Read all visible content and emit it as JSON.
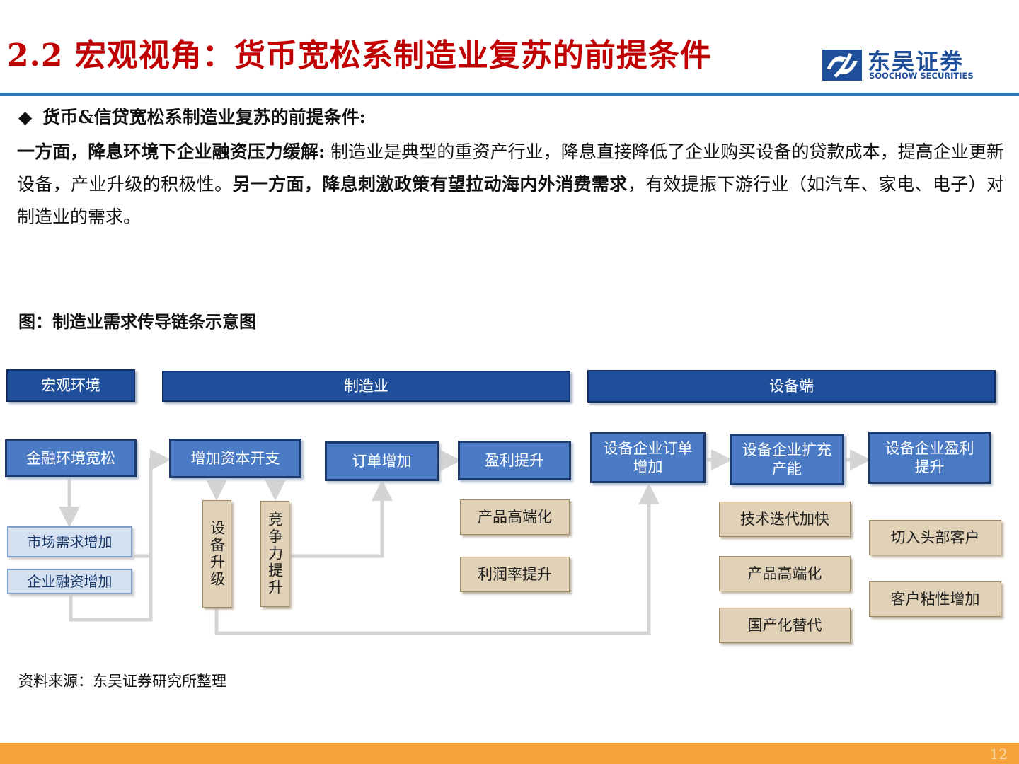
{
  "header": {
    "title": "2.2 宏观视角：货币宽松系制造业复苏的前提条件",
    "logo_cn": "东吴证券",
    "logo_en": "SOOCHOW SECURITIES"
  },
  "bullet": {
    "icon": "diamond-bullet-icon",
    "text": "货币&信贷宽松系制造业复苏的前提条件:"
  },
  "paragraph": {
    "bold1": "一方面，降息环境下企业融资压力缓解:",
    "text1": " 制造业是典型的重资产行业，降息直接降低了企业购买设备的贷款成本，提高企业更新设备，产业升级的积极性。",
    "bold2": "另一方面，降息刺激政策有望拉动海内外消费需求",
    "text2": "，有效提振下游行业（如汽车、家电、电子）对制造业的需求。"
  },
  "figure": {
    "title": "图：制造业需求传导链条示意图",
    "source": "资料来源：东吴证券研究所整理"
  },
  "diagram": {
    "headers": {
      "macro": "宏观环境",
      "manufacturing": "制造业",
      "equipment": "设备端"
    },
    "macro": {
      "finance": "金融环境宽松",
      "demand": "市场需求增加",
      "financing": "企业融资增加"
    },
    "manufacturing": {
      "capex": "增加资本开支",
      "orders": "订单增加",
      "profit": "盈利提升",
      "upgrade": "设备升级",
      "competitiveness": "竞争力提升",
      "highend": "产品高端化",
      "margin": "利润率提升"
    },
    "equipment": {
      "orders": "设备企业订单增加",
      "capacity": "设备企业扩充产能",
      "profit": "设备企业盈利提升",
      "tech": "技术迭代加快",
      "highend": "产品高端化",
      "localization": "国产化替代",
      "top_clients": "切入头部客户",
      "stickiness": "客户粘性增加"
    }
  },
  "footer": {
    "page": "12"
  },
  "colors": {
    "title": "#c00000",
    "accent_blue": "#1f4e9a",
    "box_blue": "#4a7bc4",
    "tan": "#e0d1b7",
    "bottom_bar": "#f5a33a"
  }
}
